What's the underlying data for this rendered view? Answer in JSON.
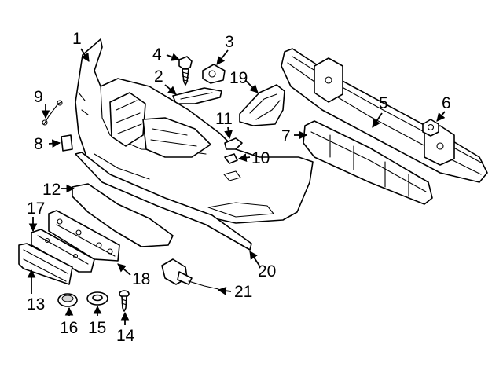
{
  "callouts": [
    {
      "id": "c1",
      "text": "1"
    },
    {
      "id": "c2",
      "text": "2"
    },
    {
      "id": "c3",
      "text": "3"
    },
    {
      "id": "c4",
      "text": "4"
    },
    {
      "id": "c5",
      "text": "5"
    },
    {
      "id": "c6",
      "text": "6"
    },
    {
      "id": "c7",
      "text": "7"
    },
    {
      "id": "c8",
      "text": "8"
    },
    {
      "id": "c9",
      "text": "9"
    },
    {
      "id": "c10",
      "text": "10"
    },
    {
      "id": "c11",
      "text": "11"
    },
    {
      "id": "c12",
      "text": "12"
    },
    {
      "id": "c13",
      "text": "13"
    },
    {
      "id": "c14",
      "text": "14"
    },
    {
      "id": "c15",
      "text": "15"
    },
    {
      "id": "c16",
      "text": "16"
    },
    {
      "id": "c17",
      "text": "17"
    },
    {
      "id": "c18",
      "text": "18"
    },
    {
      "id": "c19",
      "text": "19"
    },
    {
      "id": "c20",
      "text": "20"
    },
    {
      "id": "c21",
      "text": "21"
    }
  ],
  "colors": {
    "line": "#000000",
    "background": "#ffffff",
    "shade": "#d9d9d9"
  }
}
